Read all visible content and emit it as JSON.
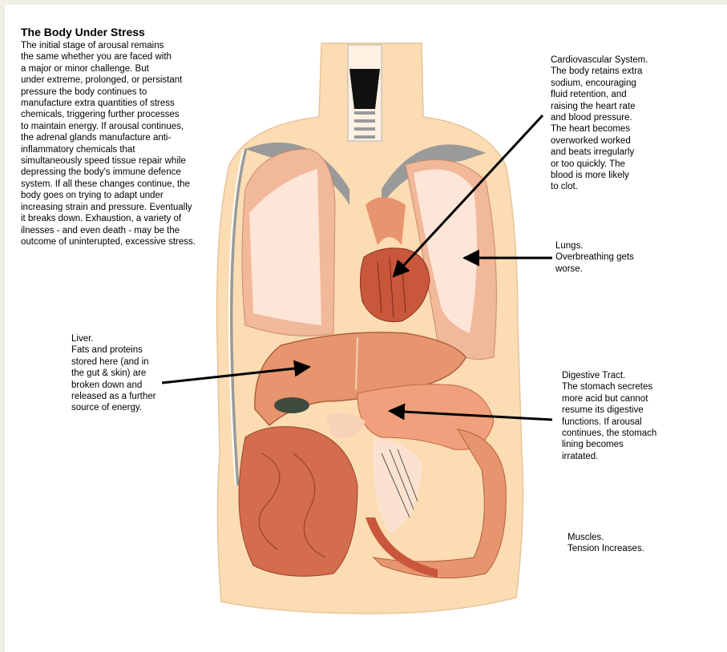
{
  "title": "The Body Under Stress",
  "intro": "The initial stage of arousal remains\nthe same whether you are faced with\na major or minor challenge. But\nunder extreme, prolonged, or persistant\npressure the body continues to\nmanufacture extra quantities of stress\nchemicals, triggering further processes\nto maintain energy. If arousal continues,\nthe adrenal glands manufacture anti-\ninflammatory chemicals that\nsimultaneously speed tissue repair while\ndepressing the body's immune defence\nsystem. If all these changes continue, the\nbody goes on trying to adapt under\nincreasing strain and pressure. Eventually\nit breaks down. Exhaustion, a variety of\nilnesses - and even death - may be the\noutcome of uninterupted, excessive stress.",
  "labels": {
    "cardiovascular": "Cardiovascular System.\nThe body retains extra\nsodium, encouraging\nfluid retention, and\nraising the heart rate\nand blood pressure.\nThe heart becomes\noverworked worked\nand beats irregularly\nor too quickly. The\nblood is more likely\nto clot.",
    "lungs": "Lungs.\nOverbreathing gets\nworse.",
    "liver": "Liver.\nFats and proteins\nstored here (and in\nthe gut & skin) are\nbroken down and\nreleased as a further\nsource of energy.",
    "digestive": "Digestive Tract.\nThe stomach secretes\nmore acid but cannot\nresume its digestive\nfunctions. If arousal\ncontinues, the stomach\nlining becomes\nirratated.",
    "muscles": "Muscles.\nTension Increases."
  },
  "colors": {
    "skin": "#fbdcb3",
    "organ_light": "#f2b89a",
    "organ_mid": "#e7956e",
    "organ_dark": "#c9573b",
    "vessel": "#9a9a9a"
  }
}
